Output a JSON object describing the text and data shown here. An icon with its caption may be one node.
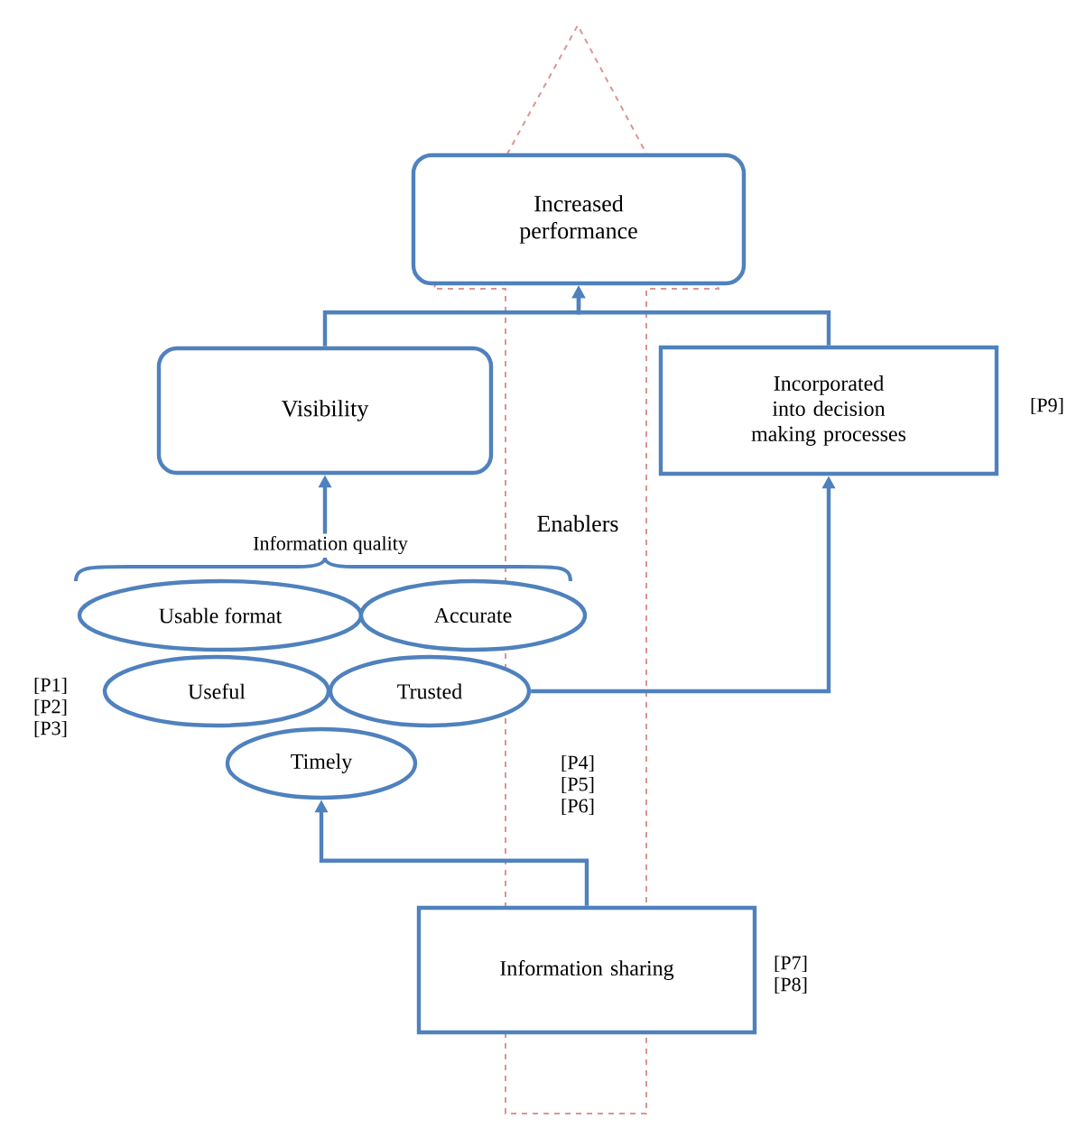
{
  "diagram": {
    "nodes": [
      {
        "text": [
          "Increased performance"
        ]
      },
      {
        "text": [
          "Visibility"
        ]
      },
      {
        "text": [
          "Incorporated into decision making processes"
        ],
        "beside": [
          "[P9]"
        ]
      },
      {
        "text": [
          "Information quality"
        ]
      },
      {
        "text": [
          "Usable format"
        ]
      },
      {
        "text": [
          "Accurate"
        ]
      },
      {
        "text": [
          "Useful"
        ]
      },
      {
        "text": [
          "Trusted"
        ]
      },
      {
        "text": [
          "Timely"
        ]
      },
      {
        "text": [
          "Information sharing"
        ],
        "beside": [
          "[P7] [P8]"
        ]
      }
    ],
    "edges": [
      {
        "from": 1,
        "to": 0,
        "arrow": "to"
      },
      {
        "from": 2,
        "to": 0,
        "arrow": "to"
      },
      {
        "from": 3,
        "to": 1,
        "arrow": "to"
      },
      {
        "from": 7,
        "to": 2,
        "arrow": "to"
      },
      {
        "from": 9,
        "to": 8,
        "arrow": "to"
      }
    ],
    "labels": [
      "Enablers",
      "[P1] [P2] [P3]",
      "[P4] [P5] [P6]"
    ]
  }
}
